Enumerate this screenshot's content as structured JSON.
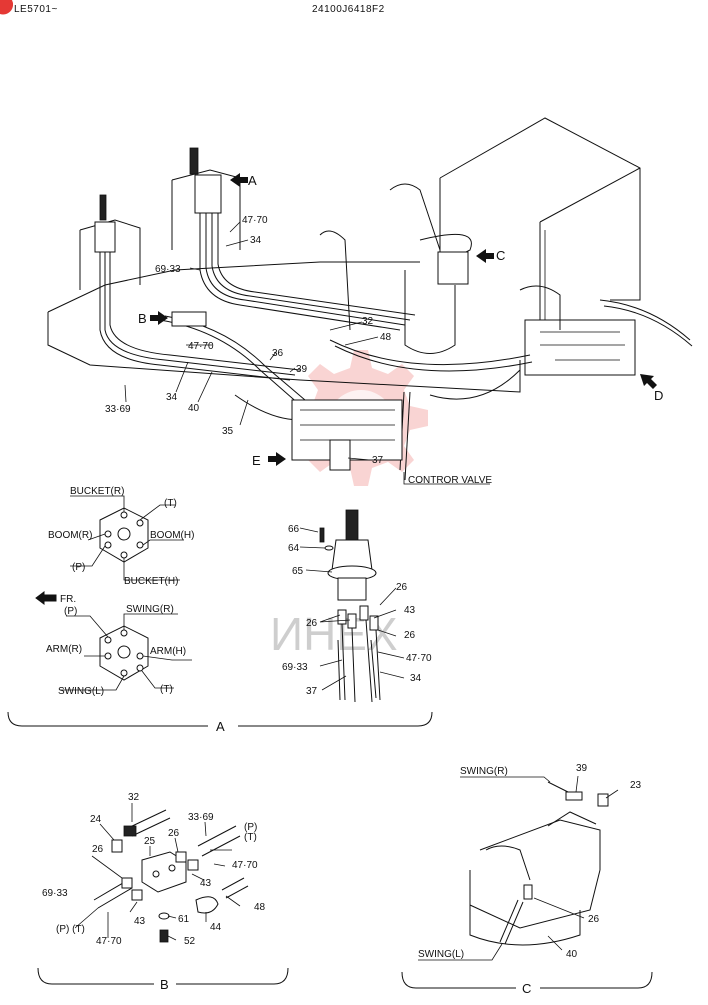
{
  "header": {
    "serial": "LE5701~",
    "part_code": "24100J6418F2"
  },
  "watermark": {
    "text": "ИНЕХ",
    "color": "#e53935"
  },
  "view_arrows": [
    "A",
    "B",
    "C",
    "D",
    "E"
  ],
  "callouts_main": {
    "c47_70_top": "47·70",
    "c34_top": "34",
    "c69_33": "69·33",
    "c32": "32",
    "c48": "48",
    "c47_70_mid": "47·70",
    "c36": "36",
    "c39": "39",
    "c33_69": "33·69",
    "c34_low": "34",
    "c40": "40",
    "c35": "35",
    "c37": "37",
    "control_valve": "CONTROR VALVE"
  },
  "port_diagram_1": {
    "bucket_r": "BUCKET(R)",
    "t": "(T)",
    "boom_r": "BOOM(R)",
    "boom_h": "BOOM(H)",
    "p": "(P)",
    "bucket_h": "BUCKET(H)"
  },
  "port_diagram_2": {
    "fr": "FR.",
    "p": "(P)",
    "swing_r": "SWING(R)",
    "arm_r": "ARM(R)",
    "arm_h": "ARM(H)",
    "swing_l": "SWING(L)",
    "t": "(T)"
  },
  "detail_a_callouts": {
    "c66": "66",
    "c64": "64",
    "c65": "65",
    "c26_a": "26",
    "c43": "43",
    "c26_b": "26",
    "c26_c": "26",
    "c69_33": "69·33",
    "c47_70": "47·70",
    "c37": "37",
    "c34": "34"
  },
  "detail_b_callouts": {
    "c32": "32",
    "c24": "24",
    "c25": "25",
    "c26_top": "26",
    "c33_69": "33·69",
    "p": "(P)",
    "t": "(T)",
    "c47_70_r": "47·70",
    "c26_left": "26",
    "c43_r": "43",
    "c69_33": "69·33",
    "c48": "48",
    "c43_l": "43",
    "c61": "61",
    "c44": "44",
    "pt": "(P) (T)",
    "c47_70_l": "47·70",
    "c52": "52"
  },
  "detail_c_callouts": {
    "swing_r": "SWING(R)",
    "c39": "39",
    "c23": "23",
    "c26": "26",
    "swing_l": "SWING(L)",
    "c40": "40"
  },
  "section_labels": {
    "a": "A",
    "b": "B",
    "c": "C"
  }
}
